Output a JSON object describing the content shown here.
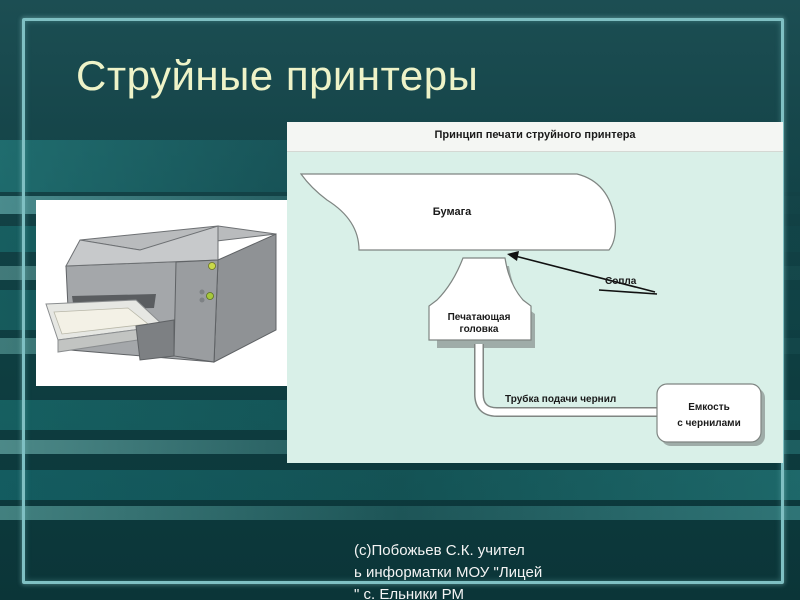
{
  "slide": {
    "title": "Струйные принтеры",
    "credit": "(с)Побожьев С.К. учител\nь информатки МОУ \"Лицей\n\" с. Ельники РМ"
  },
  "diagram": {
    "header": "Принцип печати струйного принтера",
    "labels": {
      "paper": "Бумага",
      "nozzles": "Сопла",
      "head_line1": "Печатающая",
      "head_line2": "головка",
      "tube": "Трубка подачи чернил",
      "tank_line1": "Емкость",
      "tank_line2": "с чернилами"
    }
  },
  "icons": {
    "printer": "inkjet-printer-illustration"
  },
  "colors": {
    "title": "#eef3c8",
    "diagram_bg": "#d9f0e8",
    "frame": "#7fc0c3"
  }
}
